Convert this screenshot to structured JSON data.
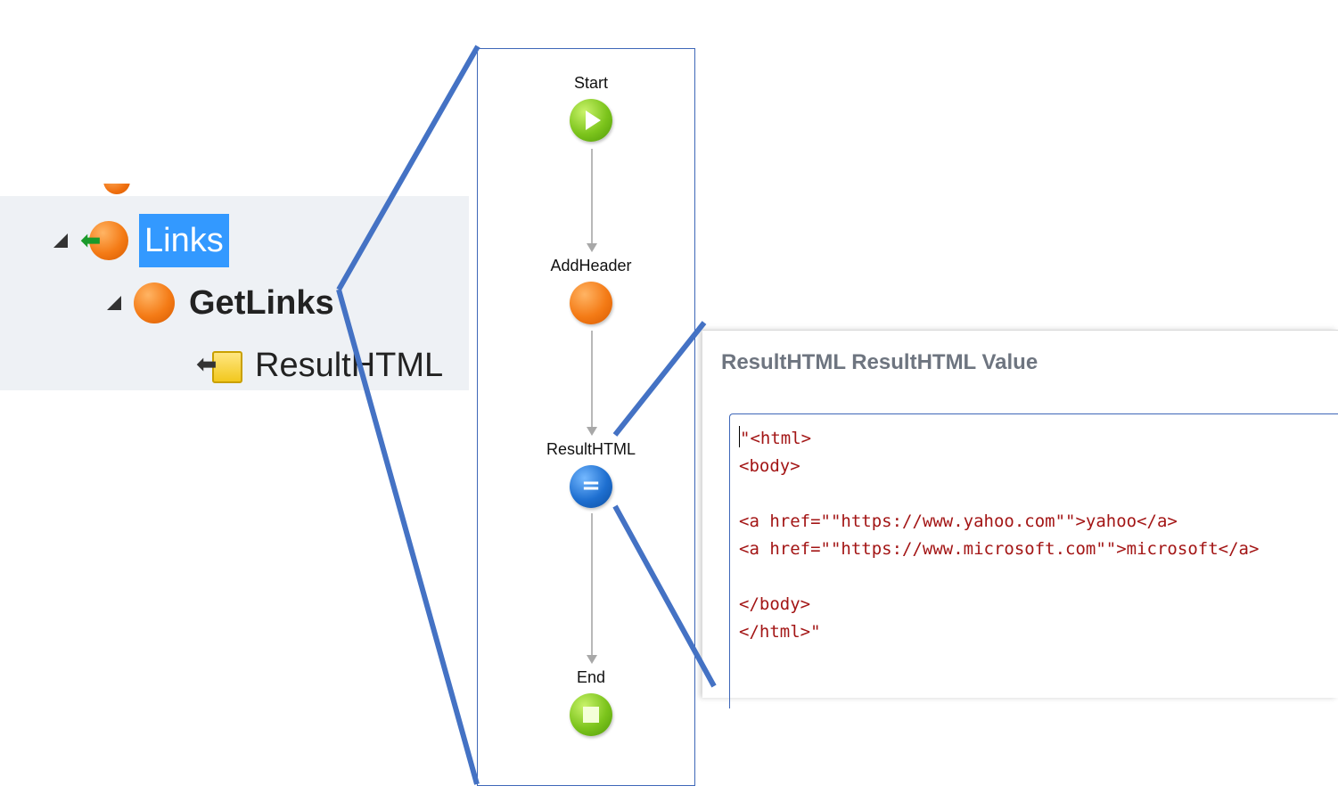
{
  "tree": {
    "items": [
      {
        "label": "Links",
        "icon": "input-action-icon",
        "selected": true
      },
      {
        "label": "GetLinks",
        "icon": "action-icon",
        "bold": true
      },
      {
        "label": "ResultHTML",
        "icon": "input-variable-icon"
      }
    ]
  },
  "flow": {
    "nodes": [
      {
        "label": "Start",
        "icon": "start-play-icon",
        "color": "#7cc41c"
      },
      {
        "label": "AddHeader",
        "icon": "action-circle-icon",
        "color": "#f47b16"
      },
      {
        "label": "ResultHTML",
        "icon": "assign-equals-icon",
        "symbol": "=",
        "color": "#1e6fd0"
      },
      {
        "label": "End",
        "icon": "end-stop-icon",
        "color": "#7cc41c"
      }
    ]
  },
  "value_editor": {
    "title": "ResultHTML ResultHTML Value",
    "lines": [
      "\"<html>",
      "<body>",
      "",
      "<a href=\"\"https://www.yahoo.com\"\">yahoo</a>",
      "<a href=\"\"https://www.microsoft.com\"\">microsoft</a>",
      "",
      "</body>",
      "</html>\""
    ]
  },
  "colors": {
    "zoom_lines": "#4472c4",
    "selection": "#3399ff",
    "code_text": "#a31515"
  }
}
